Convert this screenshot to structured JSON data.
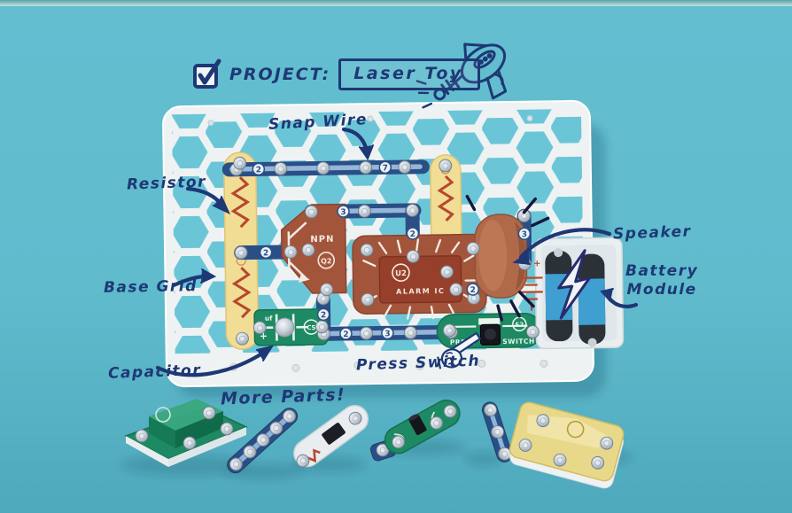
{
  "colors": {
    "background": "#60bccd",
    "ink_navy": "#1e3875",
    "board_white": "#eef2f3",
    "board_hole_teal": "#6ec9da",
    "snap_wire_blue": "#2a4f86",
    "resistor_yellow": "#f2dd94",
    "resistor_zigzag_red": "#b5482e",
    "component_brown": "#a3553b",
    "speaker_copper": "#b06a4a",
    "pcb_green": "#1d8a63",
    "module_yellow": "#e8d98a"
  },
  "header": {
    "checkbox_state": "checked",
    "project_label": "PROJECT:",
    "project_title": "Laser Toy"
  },
  "annotations": {
    "snap_wire": "Snap Wire",
    "resistor": "Resistor",
    "base_grid": "Base Grid",
    "capacitor": "Capacitor",
    "press_switch": "Press Switch",
    "speaker": "Speaker",
    "battery_line1": "Battery",
    "battery_line2": "Module",
    "more_parts": "More Parts!"
  },
  "board": {
    "wire_labels": {
      "top_left": "2",
      "top_right": "7",
      "mid": "3",
      "mid_vertical": "2",
      "base_link": "2",
      "bottom_vertical": "2",
      "bottom_left": "2",
      "bottom_right": "3",
      "speaker_side": "3",
      "ic_out": "2"
    },
    "transistor": {
      "type": "NPN",
      "ref": "Q2"
    },
    "alarm_ic": {
      "ref": "U2",
      "name": "ALARM IC"
    },
    "capacitor": {
      "unit": "uf",
      "polarity": "+",
      "ref": "C5"
    },
    "press_switch": {
      "word_left": "PRESS",
      "word_right": "SWITCH",
      "ref": "S2"
    },
    "battery": {
      "polarity": "+"
    }
  }
}
